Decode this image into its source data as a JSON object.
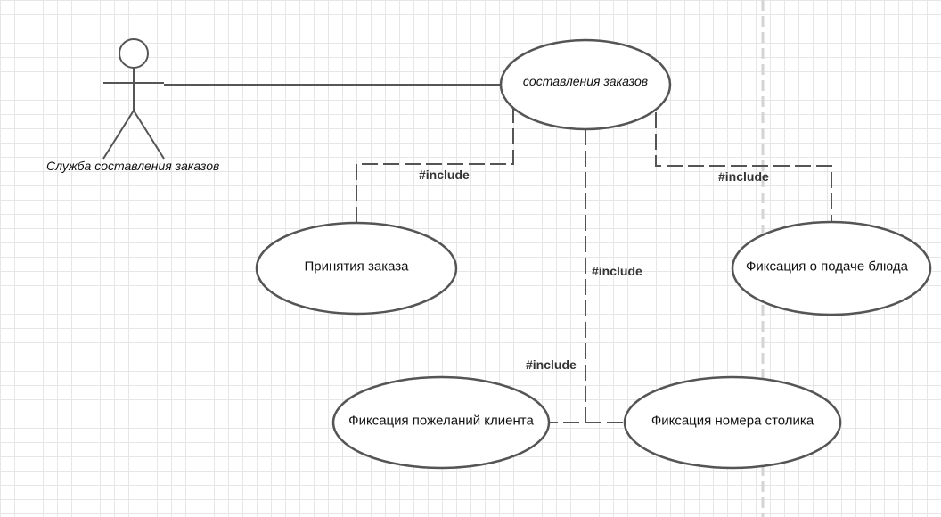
{
  "diagram": {
    "actor": {
      "label": "Служба составления заказов"
    },
    "main_use_case": {
      "label": "составления заказов"
    },
    "use_cases": [
      {
        "label": "Принятия заказа"
      },
      {
        "label": "Фиксация о подаче блюда"
      },
      {
        "label": "Фиксация пожеланий клиента"
      },
      {
        "label": "Фиксация номера столика"
      }
    ],
    "relations": [
      {
        "label": "#include"
      },
      {
        "label": "#include"
      },
      {
        "label": "#include"
      },
      {
        "label": "#include"
      }
    ]
  },
  "colors": {
    "stroke": "#555555",
    "grid": "#e6e6e6",
    "divider": "#d4d4d4"
  }
}
